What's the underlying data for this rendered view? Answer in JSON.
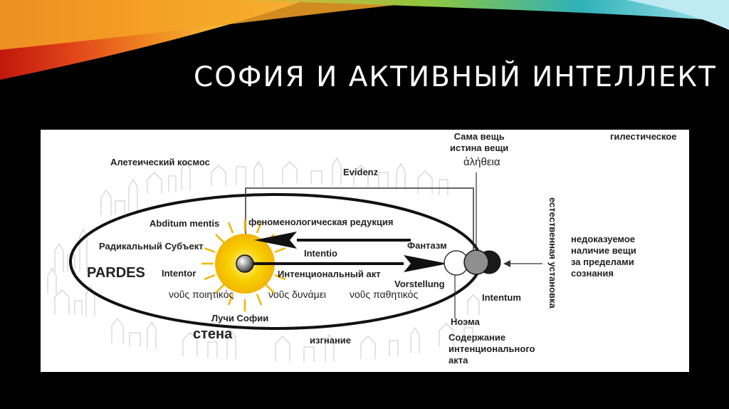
{
  "slide": {
    "title": "СОФИЯ И АКТИВНЫЙ ИНТЕЛЛЕКТ"
  },
  "colors": {
    "background": "#000000",
    "panel": "#ffffff",
    "sun": "#f5c400",
    "text": "#222222"
  },
  "diagram": {
    "labels": {
      "aletheic_cosmos": "Алетеический космос",
      "evidenz": "Evidenz",
      "thing_itself": "Сама вещь\nистина вещи",
      "aletheia": "ἀλήθεια",
      "hyletic": "гилестическое",
      "abditum_mentis": "Abditum mentis",
      "phenomenological_reduction": "феноменологическая редукция",
      "radical_subject": "Радикальный Субъект",
      "fantasm": "Фантазм",
      "intentio": "Intentio",
      "pardes": "PARDES",
      "intentor": "Intentor",
      "intentional_act": "Интенциональный акт",
      "vorstellung": "Vorstellung",
      "nous_poietikos": "νοῦς ποιητικός",
      "nous_dynamei": "νοῦς δυνάμει",
      "nous_pathetikos": "νοῦς παθητικός",
      "intentum": "Intentum",
      "rays_of_sophia": "Лучи Софии",
      "noema": "Ноэма",
      "wall": "стена",
      "exile": "изгнание",
      "content_of_act": "Содержание\nинтенционального\nакта",
      "natural_attitude": "естественная установка",
      "unprovable_presence": "недоказуемое\nналичие вещи\nза пределами\nсознания"
    }
  }
}
